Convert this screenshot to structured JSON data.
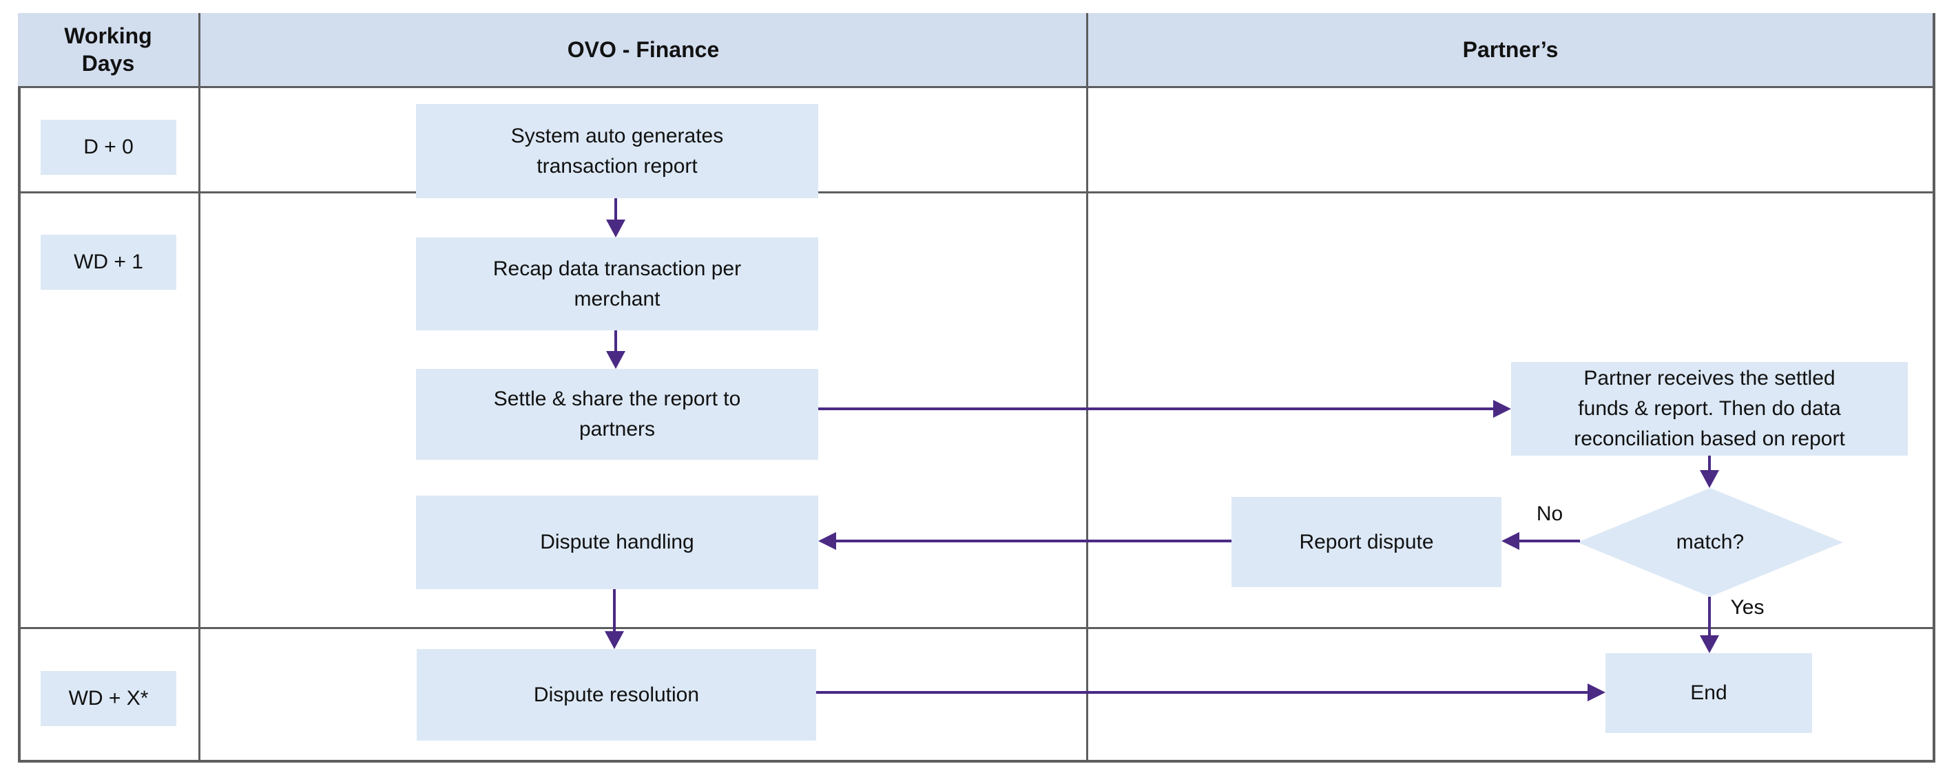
{
  "header": {
    "working_days": "Working\nDays",
    "ovo_finance": "OVO - Finance",
    "partners": "Partner’s"
  },
  "day_labels": {
    "d0": "D + 0",
    "wd1": "WD + 1",
    "wdx": "WD + X*"
  },
  "nodes": {
    "system_auto": "System auto generates\ntransaction report",
    "recap": "Recap data transaction per\nmerchant",
    "settle": "Settle & share the report to\npartners",
    "dispute_handling": "Dispute handling",
    "dispute_resolution": "Dispute resolution",
    "partner_receives": "Partner receives the settled\nfunds & report. Then do data\nreconciliation based on report",
    "report_dispute": "Report dispute",
    "match": "match?",
    "end": "End"
  },
  "edge_labels": {
    "no": "No",
    "yes": "Yes"
  },
  "colors": {
    "header_fill": "#d2ddee",
    "node_fill": "#dce8f5",
    "arrow": "#4b2a84",
    "grid_line": "#5d5e60",
    "text": "#111111"
  }
}
